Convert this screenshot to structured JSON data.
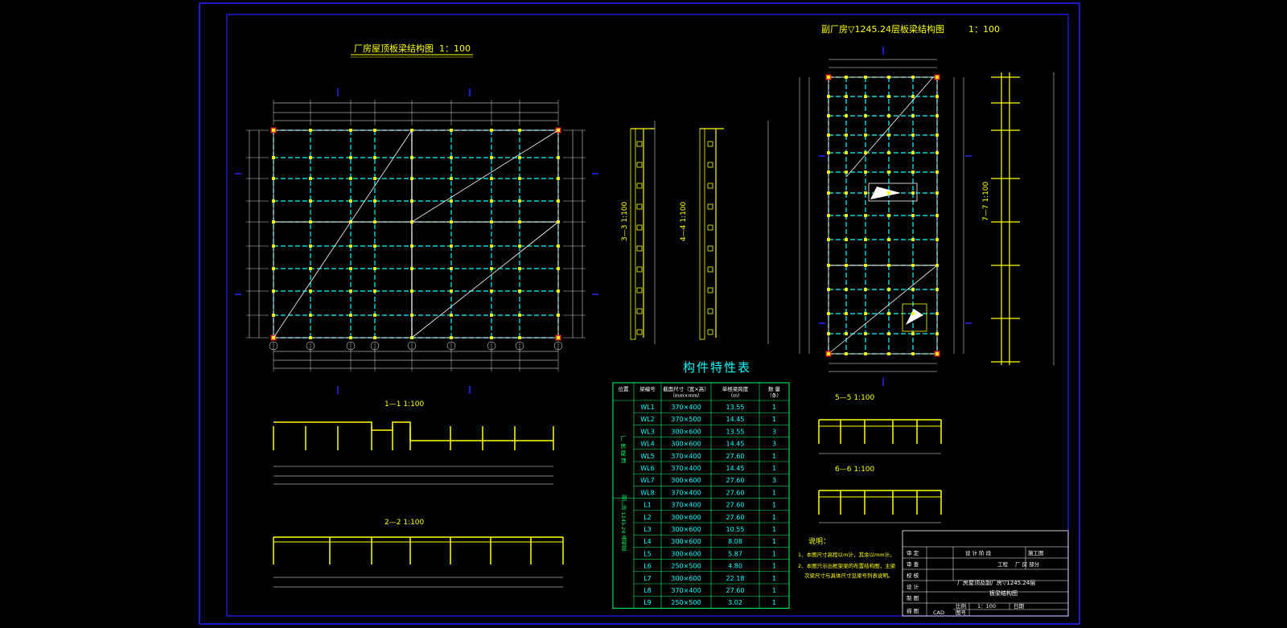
{
  "titles": {
    "roof_plan": "厂房屋顶板梁结构图",
    "roof_scale": "1：100",
    "annex_plan": "副厂房▽1245.24层板梁结构图",
    "annex_scale": "1：100",
    "sec_1_1": "1—1  1:100",
    "sec_2_2": "2—2  1:100",
    "sec_3_3": "3—3  1:100",
    "sec_4_4": "4—4  1:100",
    "sec_5_5": "5—5  1:100",
    "sec_6_6": "6—6  1:100",
    "sec_7_7": "7—7  1:100"
  },
  "table": {
    "title": "构件特性表",
    "headers": [
      "位置",
      "梁编号",
      "截面尺寸（宽×高）",
      "单根梁跨度",
      "数 量"
    ],
    "header_units": [
      "",
      "",
      "（mm×mm）",
      "（m）",
      "（条）"
    ],
    "group1": "厂 房 屋 顶",
    "group2": "副厂房 1245.24 高程层",
    "rows": [
      [
        "WL1",
        "370×400",
        "13.55",
        "1"
      ],
      [
        "WL2",
        "370×500",
        "14.45",
        "1"
      ],
      [
        "WL3",
        "300×600",
        "13.55",
        "3"
      ],
      [
        "WL4",
        "300×600",
        "14.45",
        "3"
      ],
      [
        "WL5",
        "370×400",
        "27.60",
        "1"
      ],
      [
        "WL6",
        "370×400",
        "14.45",
        "1"
      ],
      [
        "WL7",
        "300×600",
        "27.60",
        "3"
      ],
      [
        "WL8",
        "370×400",
        "27.60",
        "1"
      ],
      [
        "L1",
        "370×400",
        "27.60",
        "1"
      ],
      [
        "L2",
        "300×600",
        "27.60",
        "1"
      ],
      [
        "L3",
        "300×600",
        "10.55",
        "1"
      ],
      [
        "L4",
        "300×600",
        "8.08",
        "1"
      ],
      [
        "L5",
        "300×600",
        "5.87",
        "1"
      ],
      [
        "L6",
        "250×500",
        "4.80",
        "1"
      ],
      [
        "L7",
        "300×600",
        "22.18",
        "1"
      ],
      [
        "L8",
        "370×400",
        "27.60",
        "1"
      ],
      [
        "L9",
        "250×500",
        "3.02",
        "1"
      ]
    ]
  },
  "notes": {
    "heading": "说明：",
    "line1": "1、本图尺寸高程以m计，其余以mm计。",
    "line2": "2、本图只示出框架梁的布置结构图，主梁",
    "line3": "次梁尺寸与具体尺寸见梁号列表说明。"
  },
  "title_block": {
    "drawing_name_1": "厂房屋顶及副厂房▽1245.24层",
    "drawing_name_2": "板梁结构图",
    "scale_label": "比例",
    "scale_value": "1：100",
    "date_label": "日期",
    "left_labels": [
      "审 定",
      "审 查",
      "校 核",
      "设 计",
      "制 图",
      "描 图"
    ],
    "right_top": "设 计 阶 段",
    "right_2": "施工图",
    "right_3": "工程",
    "right_4": "厂 房 部分",
    "drawing_no_label": "图号",
    "cad": "CAD"
  },
  "colors": {
    "frame": "#2222ff",
    "beam_dash": "#00ffff",
    "column": "#ffff00",
    "dim": "#ffffff",
    "title": "#ffff00",
    "red": "#ff3030"
  }
}
